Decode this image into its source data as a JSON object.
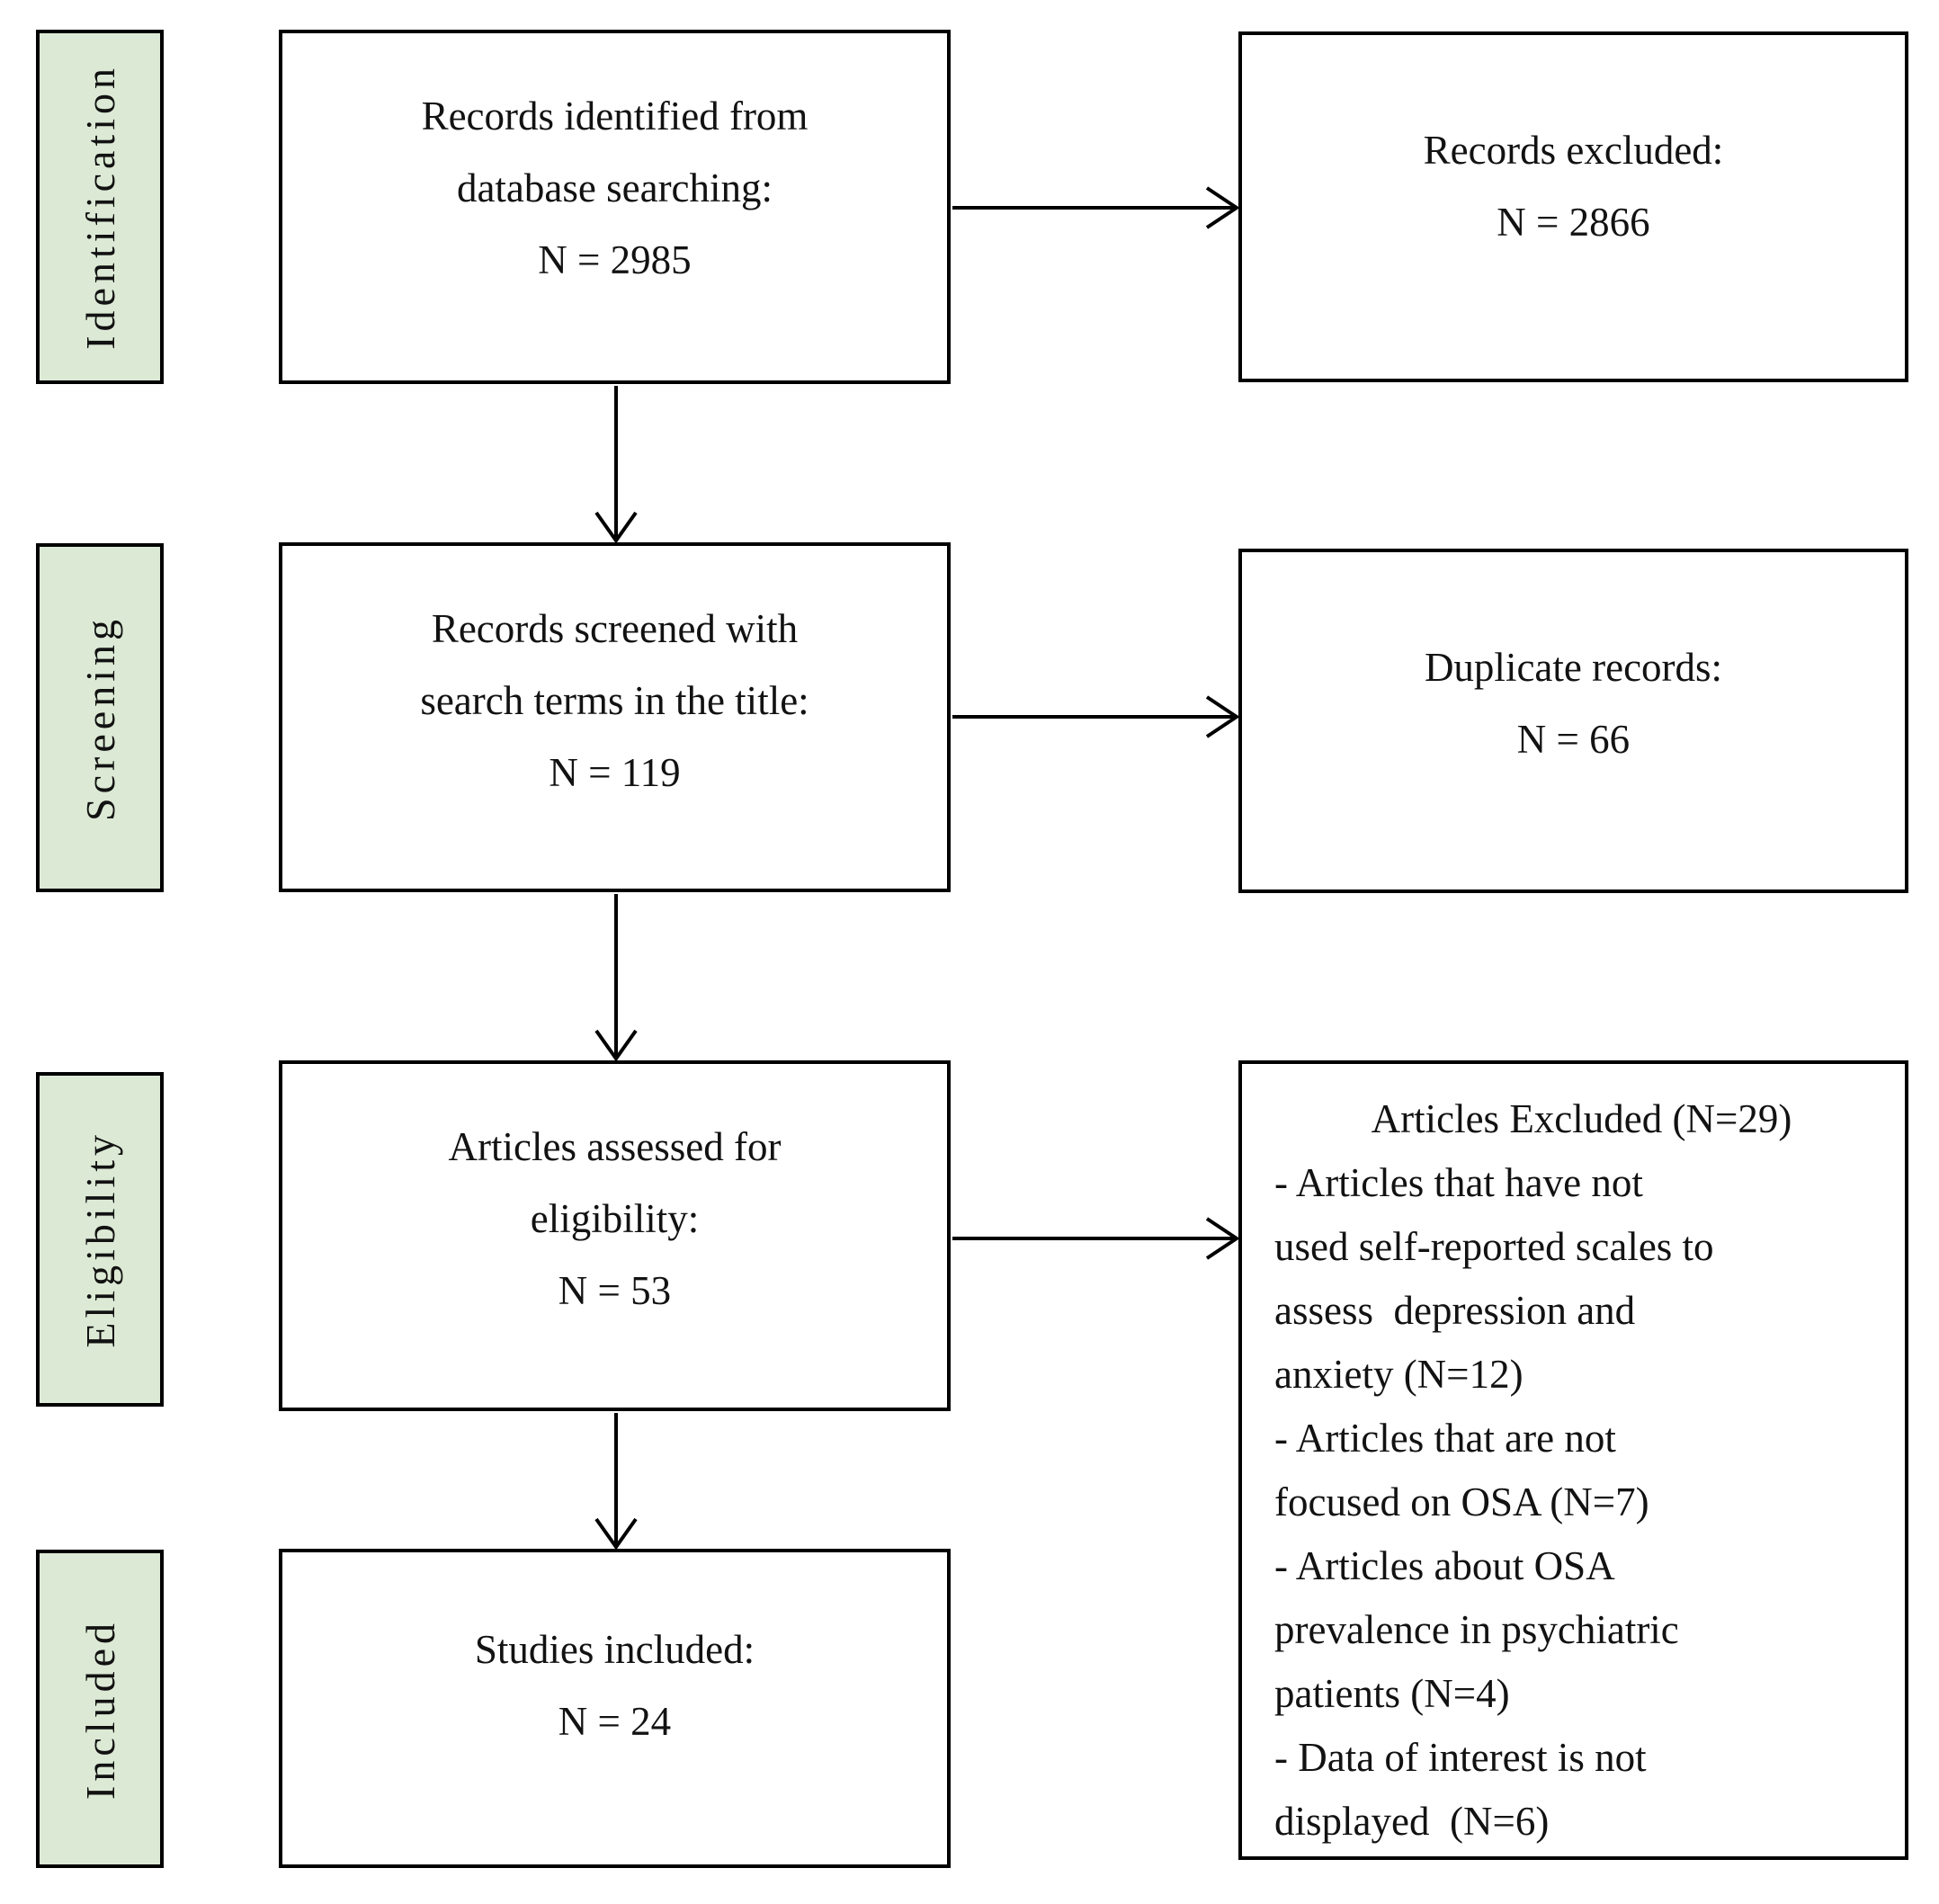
{
  "colors": {
    "stage_fill": "#dcead5",
    "border": "#000000",
    "text": "#121212",
    "background": "#ffffff"
  },
  "stages": [
    {
      "label": "Identification"
    },
    {
      "label": "Screening"
    },
    {
      "label": "Eligibility"
    },
    {
      "label": "Included"
    }
  ],
  "boxes": {
    "identified": {
      "lines": [
        "Records identified from",
        "database searching:",
        "N = 2985"
      ]
    },
    "screened": {
      "lines": [
        "Records screened with",
        "search terms in the title:",
        "N = 119"
      ]
    },
    "assessed": {
      "lines": [
        "Articles assessed for",
        "eligibility:",
        "N = 53"
      ]
    },
    "included": {
      "lines": [
        "Studies included:",
        "N = 24"
      ]
    },
    "records_excluded": {
      "lines": [
        "Records excluded:",
        "N = 2866"
      ]
    },
    "duplicate_records": {
      "lines": [
        "Duplicate records:",
        "N = 66"
      ]
    },
    "articles_excluded": {
      "header": "Articles Excluded (N=29)",
      "lines": [
        "- Articles that have not",
        "used self-reported scales to",
        "assess  depression and",
        "anxiety (N=12)",
        "- Articles that are not",
        "focused on OSA (N=7)",
        "- Articles about OSA",
        "prevalence in psychiatric",
        "patients (N=4)",
        "- Data of interest is not",
        "displayed  (N=6)"
      ]
    }
  }
}
